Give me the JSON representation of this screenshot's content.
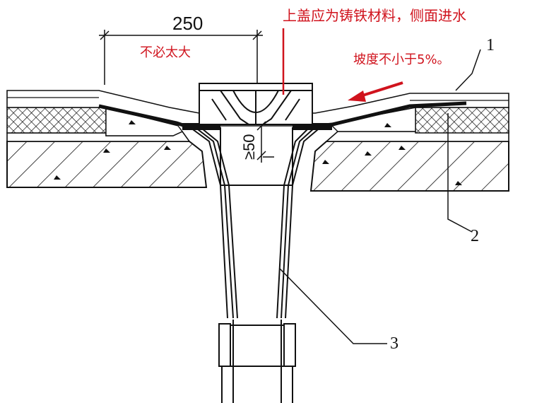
{
  "dimension_width": "250",
  "note_not_too_large": "不必太大",
  "note_cover": "上盖应为铸铁材料，侧面进水",
  "note_slope": "坡度不小于5%。",
  "dimension_min_depth": "≥50",
  "callout_1": "1",
  "callout_2": "2",
  "callout_3": "3",
  "colors": {
    "annotation_red": "#d0131d",
    "line": "#111111"
  }
}
